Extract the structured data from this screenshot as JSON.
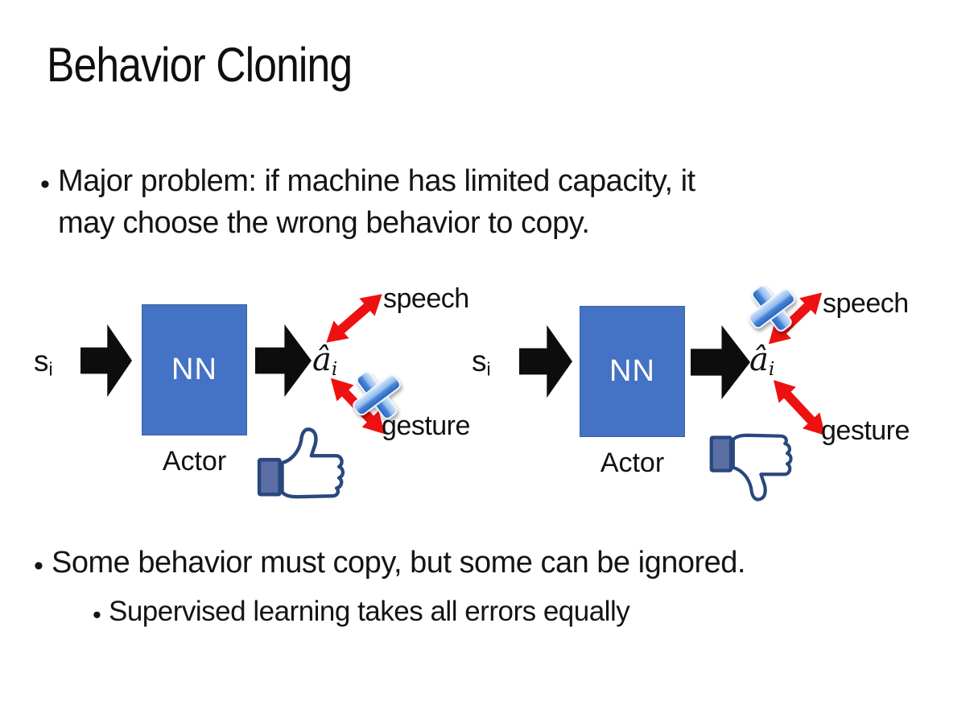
{
  "slide": {
    "title": "Behavior Cloning",
    "bullet_char": "•",
    "bullets": {
      "major_line1": "Major problem: if machine has limited capacity, it",
      "major_line2": "may choose the wrong behavior to copy.",
      "some_behavior": "Some behavior must copy, but some can be ignored.",
      "supervised": "Supervised learning takes all errors equally"
    }
  },
  "diagram": {
    "input_base": "s",
    "input_sub": "i",
    "nn_label": "NN",
    "actor_label": "Actor",
    "output_base": "â",
    "output_sub": "i",
    "speech_label": "speech",
    "gesture_label": "gesture"
  },
  "colors": {
    "text": "#141414",
    "nn_box": "#4472C4",
    "arrow_black": "#0d0d0d",
    "arrow_red": "#ee1111",
    "x_light": "#cfe2f8",
    "x_mid": "#4a86d8",
    "x_dark": "#2a66c0",
    "thumb_outline": "#29487d",
    "thumb_cuff": "#5b6fa5"
  }
}
